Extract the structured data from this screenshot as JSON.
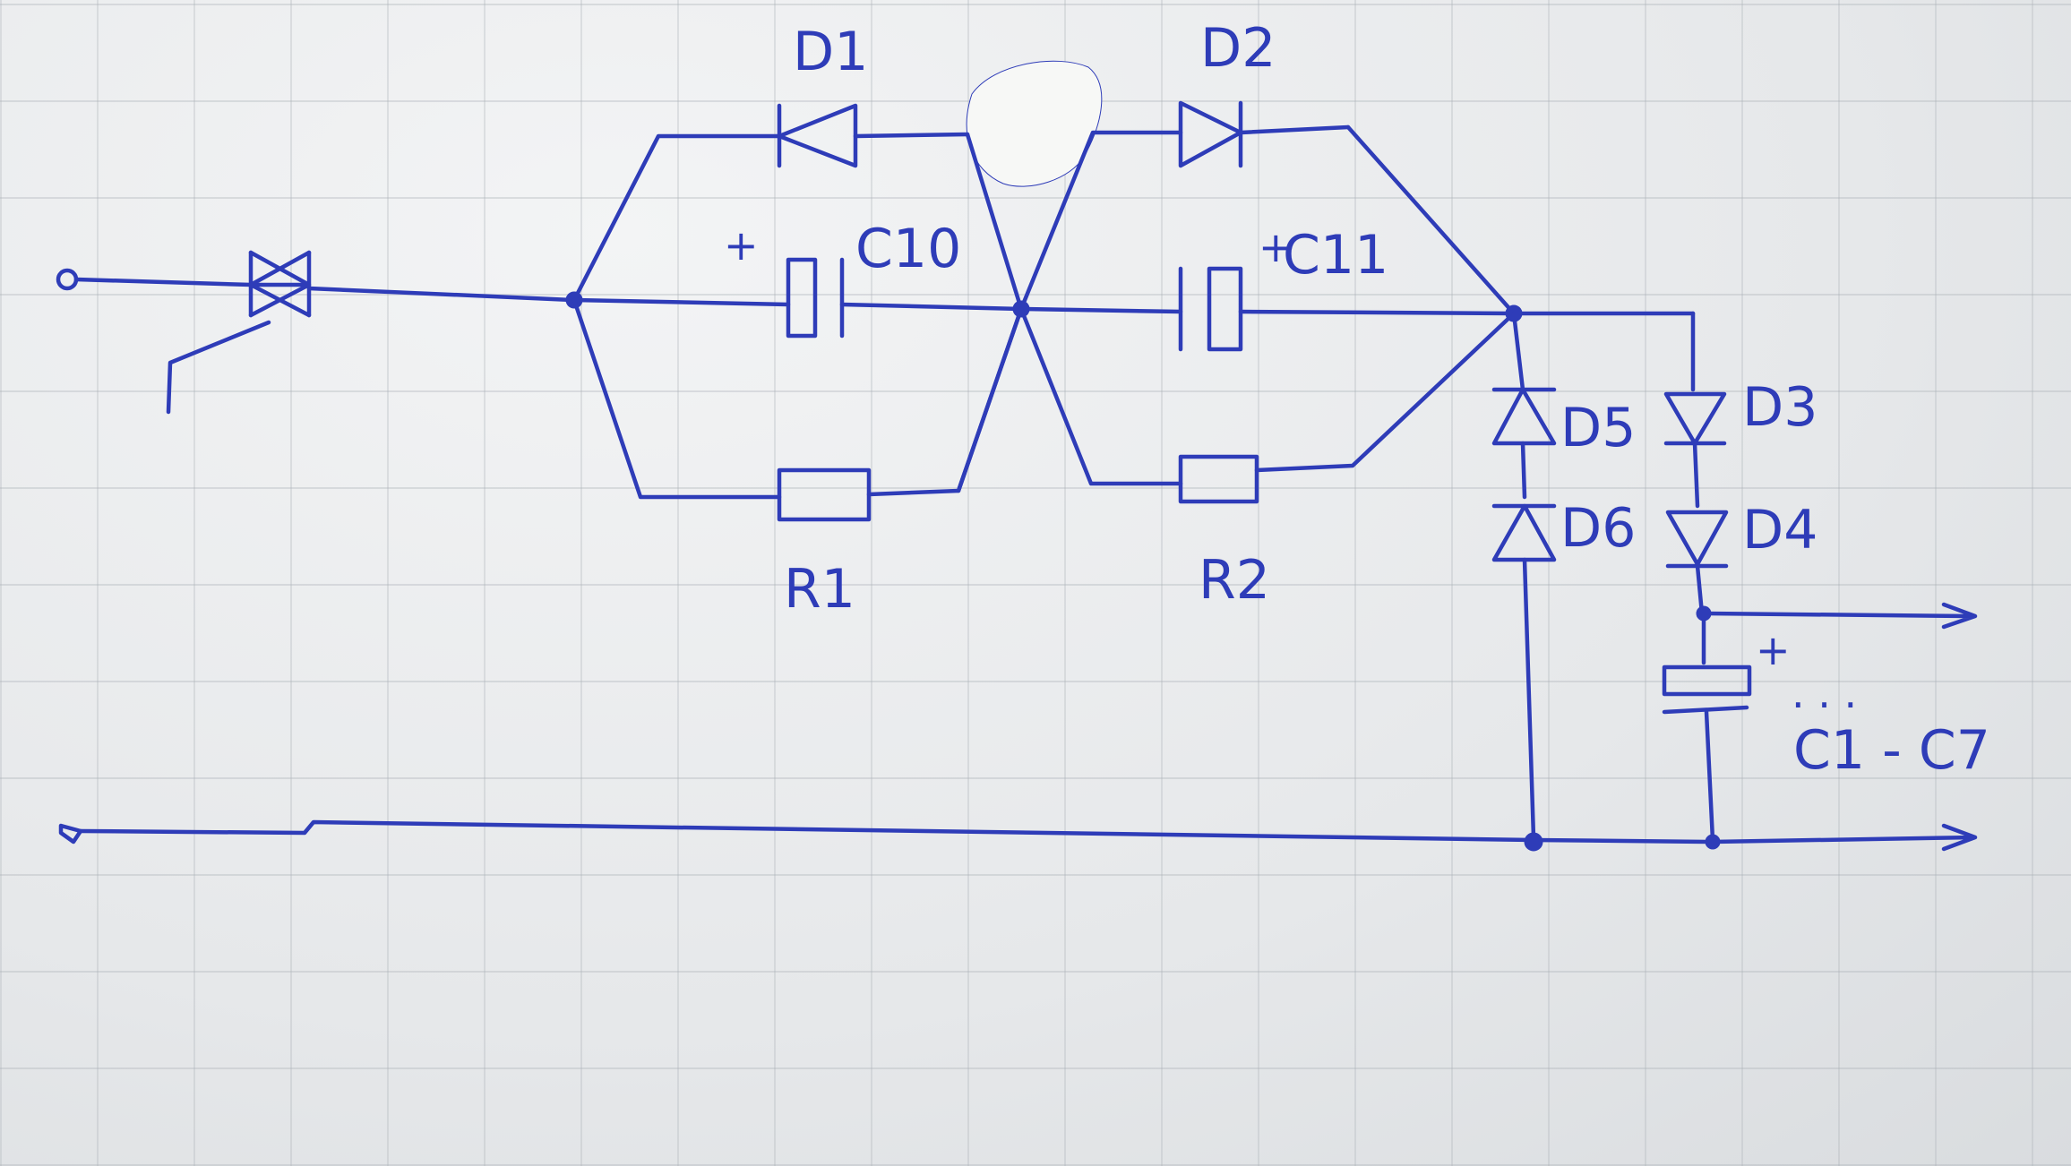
{
  "colors": {
    "ink": "#2e3cb8",
    "paper": "#eceeef",
    "whiteout": "#f7f8f6"
  },
  "labels": {
    "d1": "D1",
    "d2": "D2",
    "d3": "D3",
    "d4": "D4",
    "d5": "D5",
    "d6": "D6",
    "c10": "C10",
    "c11": "C11",
    "r1": "R1",
    "r2": "R2",
    "cap_plus_c10": "+",
    "cap_plus_c11": "+",
    "cap_plus_out": "+",
    "c_range": "C1 - C7",
    "dots": ". . ."
  }
}
